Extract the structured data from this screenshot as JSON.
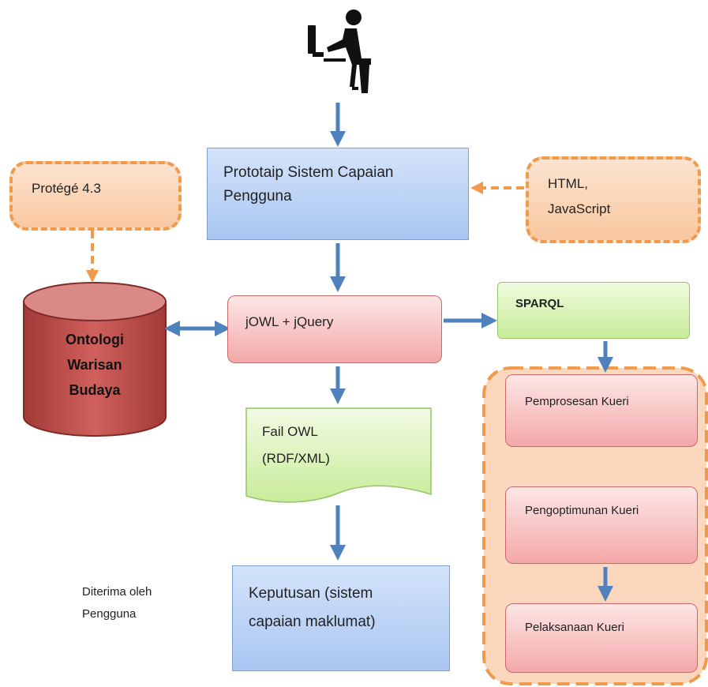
{
  "nodes": {
    "prototype": "Prototaip Sistem Capaian Pengguna",
    "protege": "Protégé 4.3",
    "html_js_line1": "HTML,",
    "html_js_line2": "JavaScript",
    "ontology_line1": "Ontologi",
    "ontology_line2": "Warisan",
    "ontology_line3": "Budaya",
    "jowl": "jOWL + jQuery",
    "sparql": "SPARQL",
    "fail_owl_line1": "Fail OWL",
    "fail_owl_line2": "(RDF/XML)",
    "keputusan_line1": "Keputusan (sistem",
    "keputusan_line2": "capaian maklumat)",
    "pemprosesan": "Pemprosesan Kueri",
    "pengoptimunan": "Pengoptimunan Kueri",
    "pelaksanaan": "Pelaksanaan Kueri",
    "diterima_line1": "Diterima oleh",
    "diterima_line2": "Pengguna"
  },
  "icons": {
    "user": "user-at-computer-icon"
  },
  "colors": {
    "arrow_blue": "#4f81bd",
    "arrow_orange": "#f19a4b",
    "blue_box": "#b6cff5",
    "pink_box": "#f7b9b9",
    "green_box": "#d6f0b0",
    "orange_box": "#fad3b3",
    "cylinder": "#c0504d"
  }
}
